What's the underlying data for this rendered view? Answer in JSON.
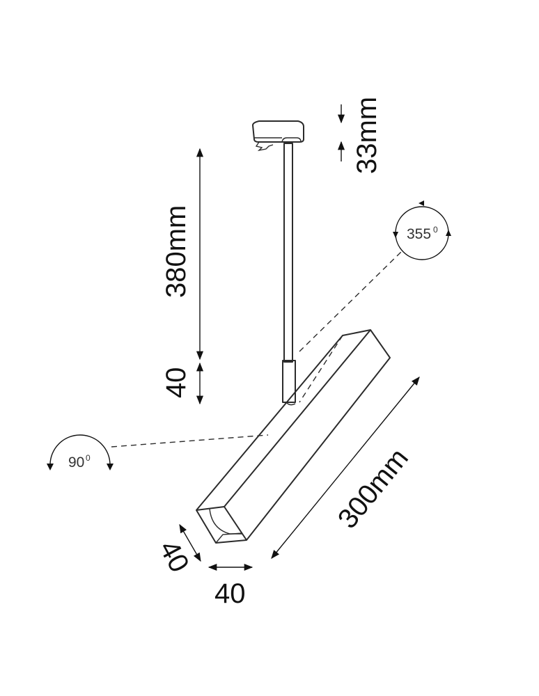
{
  "drawing": {
    "subject": "track spotlight dimension drawing",
    "line_color": "#2b2b2b",
    "background": "#ffffff"
  },
  "dimensions": {
    "adapter_height": "33mm",
    "rod_length": "380mm",
    "joint_length": "40",
    "body_length": "300mm",
    "body_depth": "40",
    "body_width": "40"
  },
  "rotations": {
    "horizontal": {
      "value": "355",
      "unit": "0"
    },
    "tilt": {
      "value": "90",
      "unit": "0"
    }
  }
}
